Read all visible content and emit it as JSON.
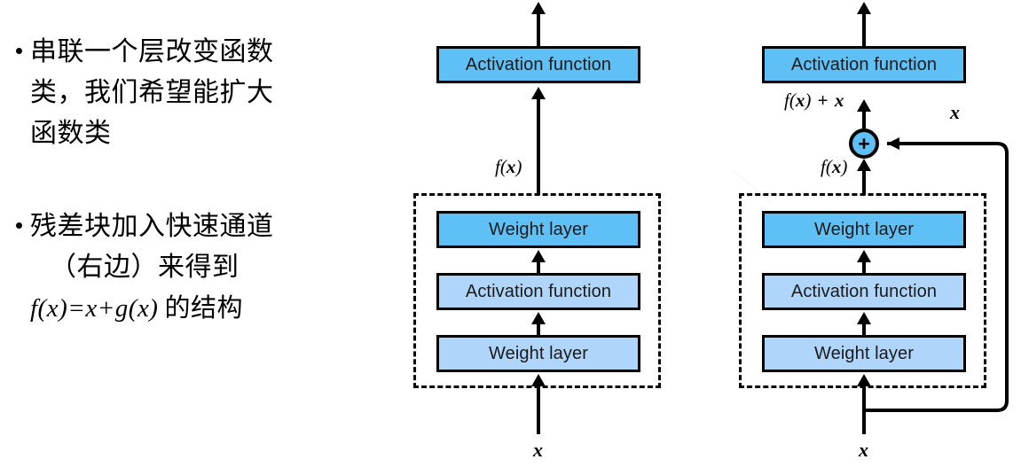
{
  "slide": {
    "background_color": "#ffffff",
    "bullets": [
      {
        "marker": "•",
        "lines": [
          "串联一个层改变函数",
          "类，我们希望能扩大",
          "函数类"
        ]
      },
      {
        "marker": "•",
        "lines": [
          "残差块加入快速通道",
          "（右边）来得到"
        ],
        "formula": {
          "lhs": "f(x)",
          "eq": "=",
          "term1": "x",
          "plus": "+",
          "term2": "g(x)",
          "suffix": "的结构"
        }
      }
    ]
  },
  "diagrams": {
    "plain": {
      "name": "plain-block",
      "input_label": "x",
      "output_arrow": true,
      "top_node": {
        "label": "Activation function",
        "fill": "#5FC0F5"
      },
      "mid_label": "f(x)",
      "block_nodes": [
        {
          "label": "Weight layer",
          "fill": "#5FC0F5"
        },
        {
          "label": "Activation function",
          "fill": "#AFD6FA"
        },
        {
          "label": "Weight layer",
          "fill": "#AFD6FA"
        }
      ],
      "dashed_border": true
    },
    "residual": {
      "name": "residual-block",
      "input_label": "x",
      "output_arrow": true,
      "top_node": {
        "label": "Activation function",
        "fill": "#5FC0F5"
      },
      "sum_label": "+",
      "sum_fill": "#5FC0F5",
      "above_sum_label": "f(x) + x",
      "below_sum_label": "f(x)",
      "skip_label": "x",
      "block_nodes": [
        {
          "label": "Weight layer",
          "fill": "#5FC0F5"
        },
        {
          "label": "Activation function",
          "fill": "#AFD6FA"
        },
        {
          "label": "Weight layer",
          "fill": "#AFD6FA"
        }
      ],
      "dashed_border": true
    }
  },
  "colors": {
    "fill_strong": "#5FC0F5",
    "fill_soft": "#AFD6FA",
    "stroke": "#000000",
    "text": "#000000"
  }
}
